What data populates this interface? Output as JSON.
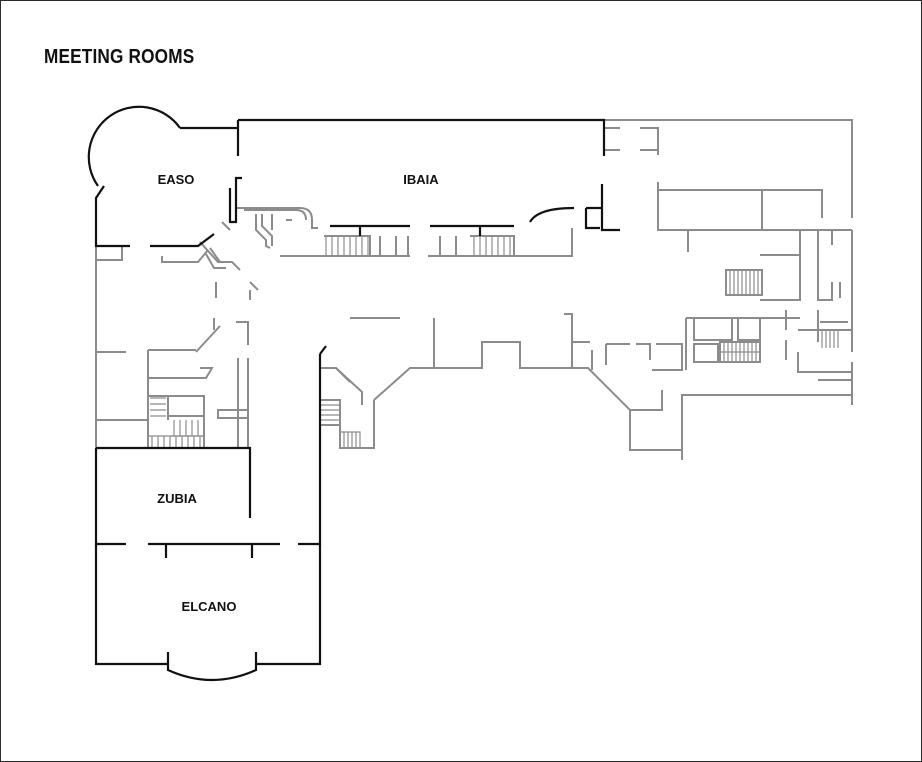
{
  "page_title": "MEETING ROOMS",
  "rooms": {
    "easo": "EASO",
    "ibaia": "IBAIA",
    "zubia": "ZUBIA",
    "elcano": "ELCANO"
  },
  "colors": {
    "meeting_room_walls": "#111111",
    "other_walls": "#8c8c8c",
    "background": "#ffffff"
  }
}
